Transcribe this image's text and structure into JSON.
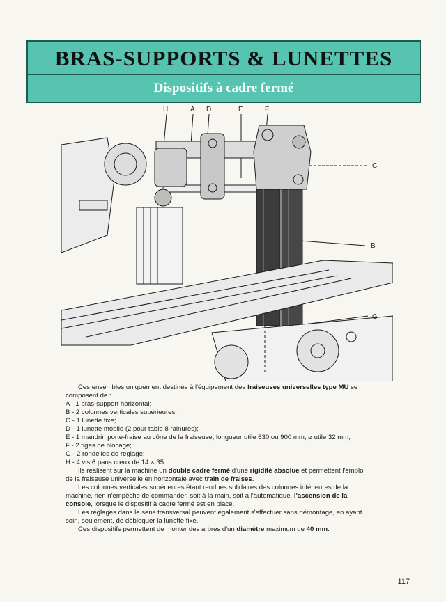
{
  "header": {
    "title": "BRAS-SUPPORTS & LUNETTES",
    "subtitle": "Dispositifs à cadre fermé"
  },
  "figure": {
    "labels": {
      "h": "H",
      "a": "A",
      "d": "D",
      "e": "E",
      "f": "F",
      "c": "C",
      "b": "B",
      "g": "G"
    }
  },
  "body": {
    "intro": {
      "p1": "Ces ensembles uniquement destinés à l'équipement des ",
      "b1": "fraiseuses universelles type MU",
      "p2": " se composent de :"
    },
    "items": [
      "A - 1 bras-support horizontal;",
      "B - 2 colonnes verticales supérieures;",
      "C - 1 lunette fixe;",
      "D - 1 lunette mobile (2 pour table 8 rainures);",
      "E - 1 mandrin porte-fraise au cône de la fraiseuse, longueur utile 630 ou 900 mm, ⌀ utile 32 mm;",
      "F - 2 tiges de blocage;",
      "G - 2 rondelles de réglage;",
      "H - 4 vis 6 pans creux de 14 × 35."
    ],
    "para2": {
      "p1": "Ils réalisent sur la machine un ",
      "b1": "double cadre fermé",
      "p2": " d'une ",
      "b2": "rigidité absolue",
      "p3": " et permettent l'emploi de la fraiseuse universelle en horizontale avec ",
      "b3": "train de fraises",
      "p4": "."
    },
    "para3": {
      "p1": "Les colonnes verticales supérieures étant rendues solidaires des colonnes inférieures de la machine, rien n'empêche de commander, soit à la main, soit à l'automatique, ",
      "b1": "l'ascension de la console",
      "p2": ", lorsque le dispositif à cadre fermé est en place."
    },
    "para4": "Les réglages dans le sens transversal peuvent également s'effectuer sans démontage, en ayant soin, seulement, de débloquer la lunette fixe.",
    "para5": {
      "p1": "Ces dispositifs permettent de monter des arbres d'un ",
      "b1": "diamètre",
      "p2": " maximum de ",
      "b2": "40 mm",
      "p3": "."
    }
  },
  "page_number": "117"
}
